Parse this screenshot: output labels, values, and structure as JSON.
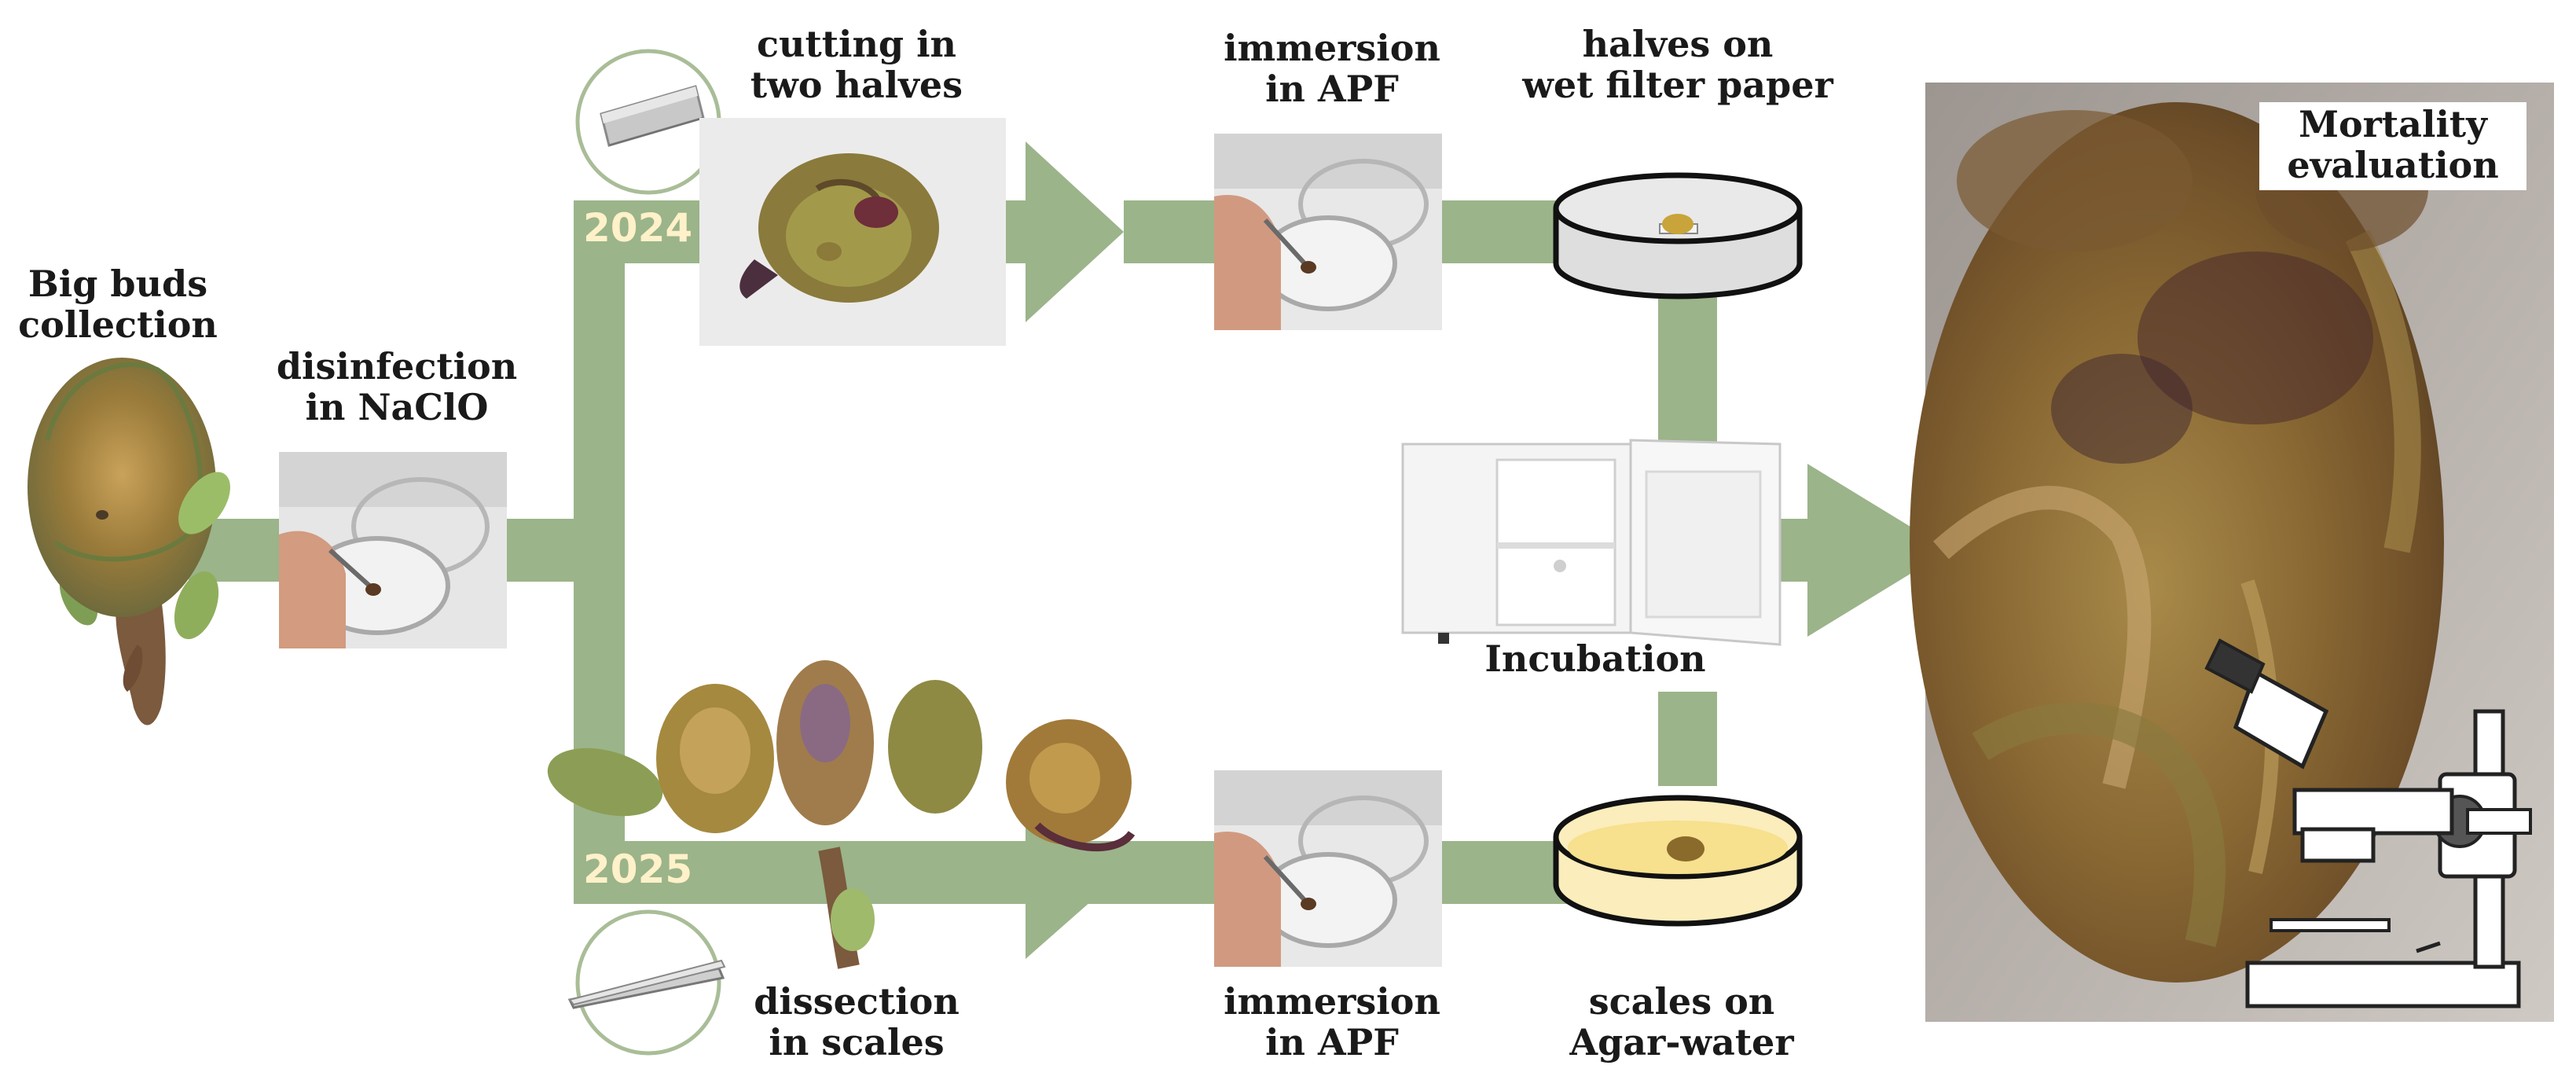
{
  "colors": {
    "flow": "#9bb48a",
    "year_text": "#fff1c9",
    "tool_circle": "#a9bd97",
    "agar": "#fbedbc",
    "dish_plain": "#dedede",
    "label_text": "#1a1a1a"
  },
  "labels": {
    "big_buds": [
      "Big buds",
      "collection"
    ],
    "disinfection": [
      "disinfection",
      "in NaClO"
    ],
    "cutting": [
      "cutting in",
      "two halves"
    ],
    "immersion_top": [
      "immersion",
      "in APF"
    ],
    "halves_paper": [
      "halves on",
      "wet filter paper"
    ],
    "incubation": "Incubation",
    "dissection": [
      "dissection",
      "in scales"
    ],
    "immersion_bottom": [
      "immersion",
      "in APF"
    ],
    "scales_agar": [
      "scales on",
      "Agar-water"
    ],
    "mortality": [
      "Mortality",
      "evaluation"
    ]
  },
  "years": {
    "top": "2024",
    "bottom": "2025"
  },
  "icons": [
    "bud-photo",
    "petri-dish-photo",
    "razor-blade-icon",
    "tweezers-icon",
    "cut-bud-photo",
    "scales-photo",
    "filter-paper-dish-icon",
    "agar-dish-icon",
    "freezer-icon",
    "microscope-icon",
    "bud-section-photo"
  ]
}
